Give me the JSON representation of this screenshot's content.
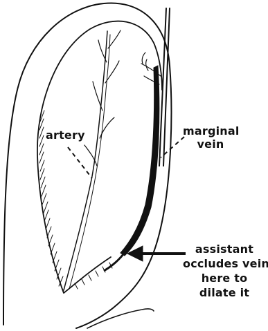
{
  "labels": {
    "artery": "artery",
    "marginal_vein": [
      "marginal",
      "vein"
    ],
    "occlusion_note": [
      "assistant",
      "occludes vein",
      "here to",
      "dilate it"
    ]
  },
  "colors": {
    "ink": "#111111",
    "background": "#ffffff"
  }
}
